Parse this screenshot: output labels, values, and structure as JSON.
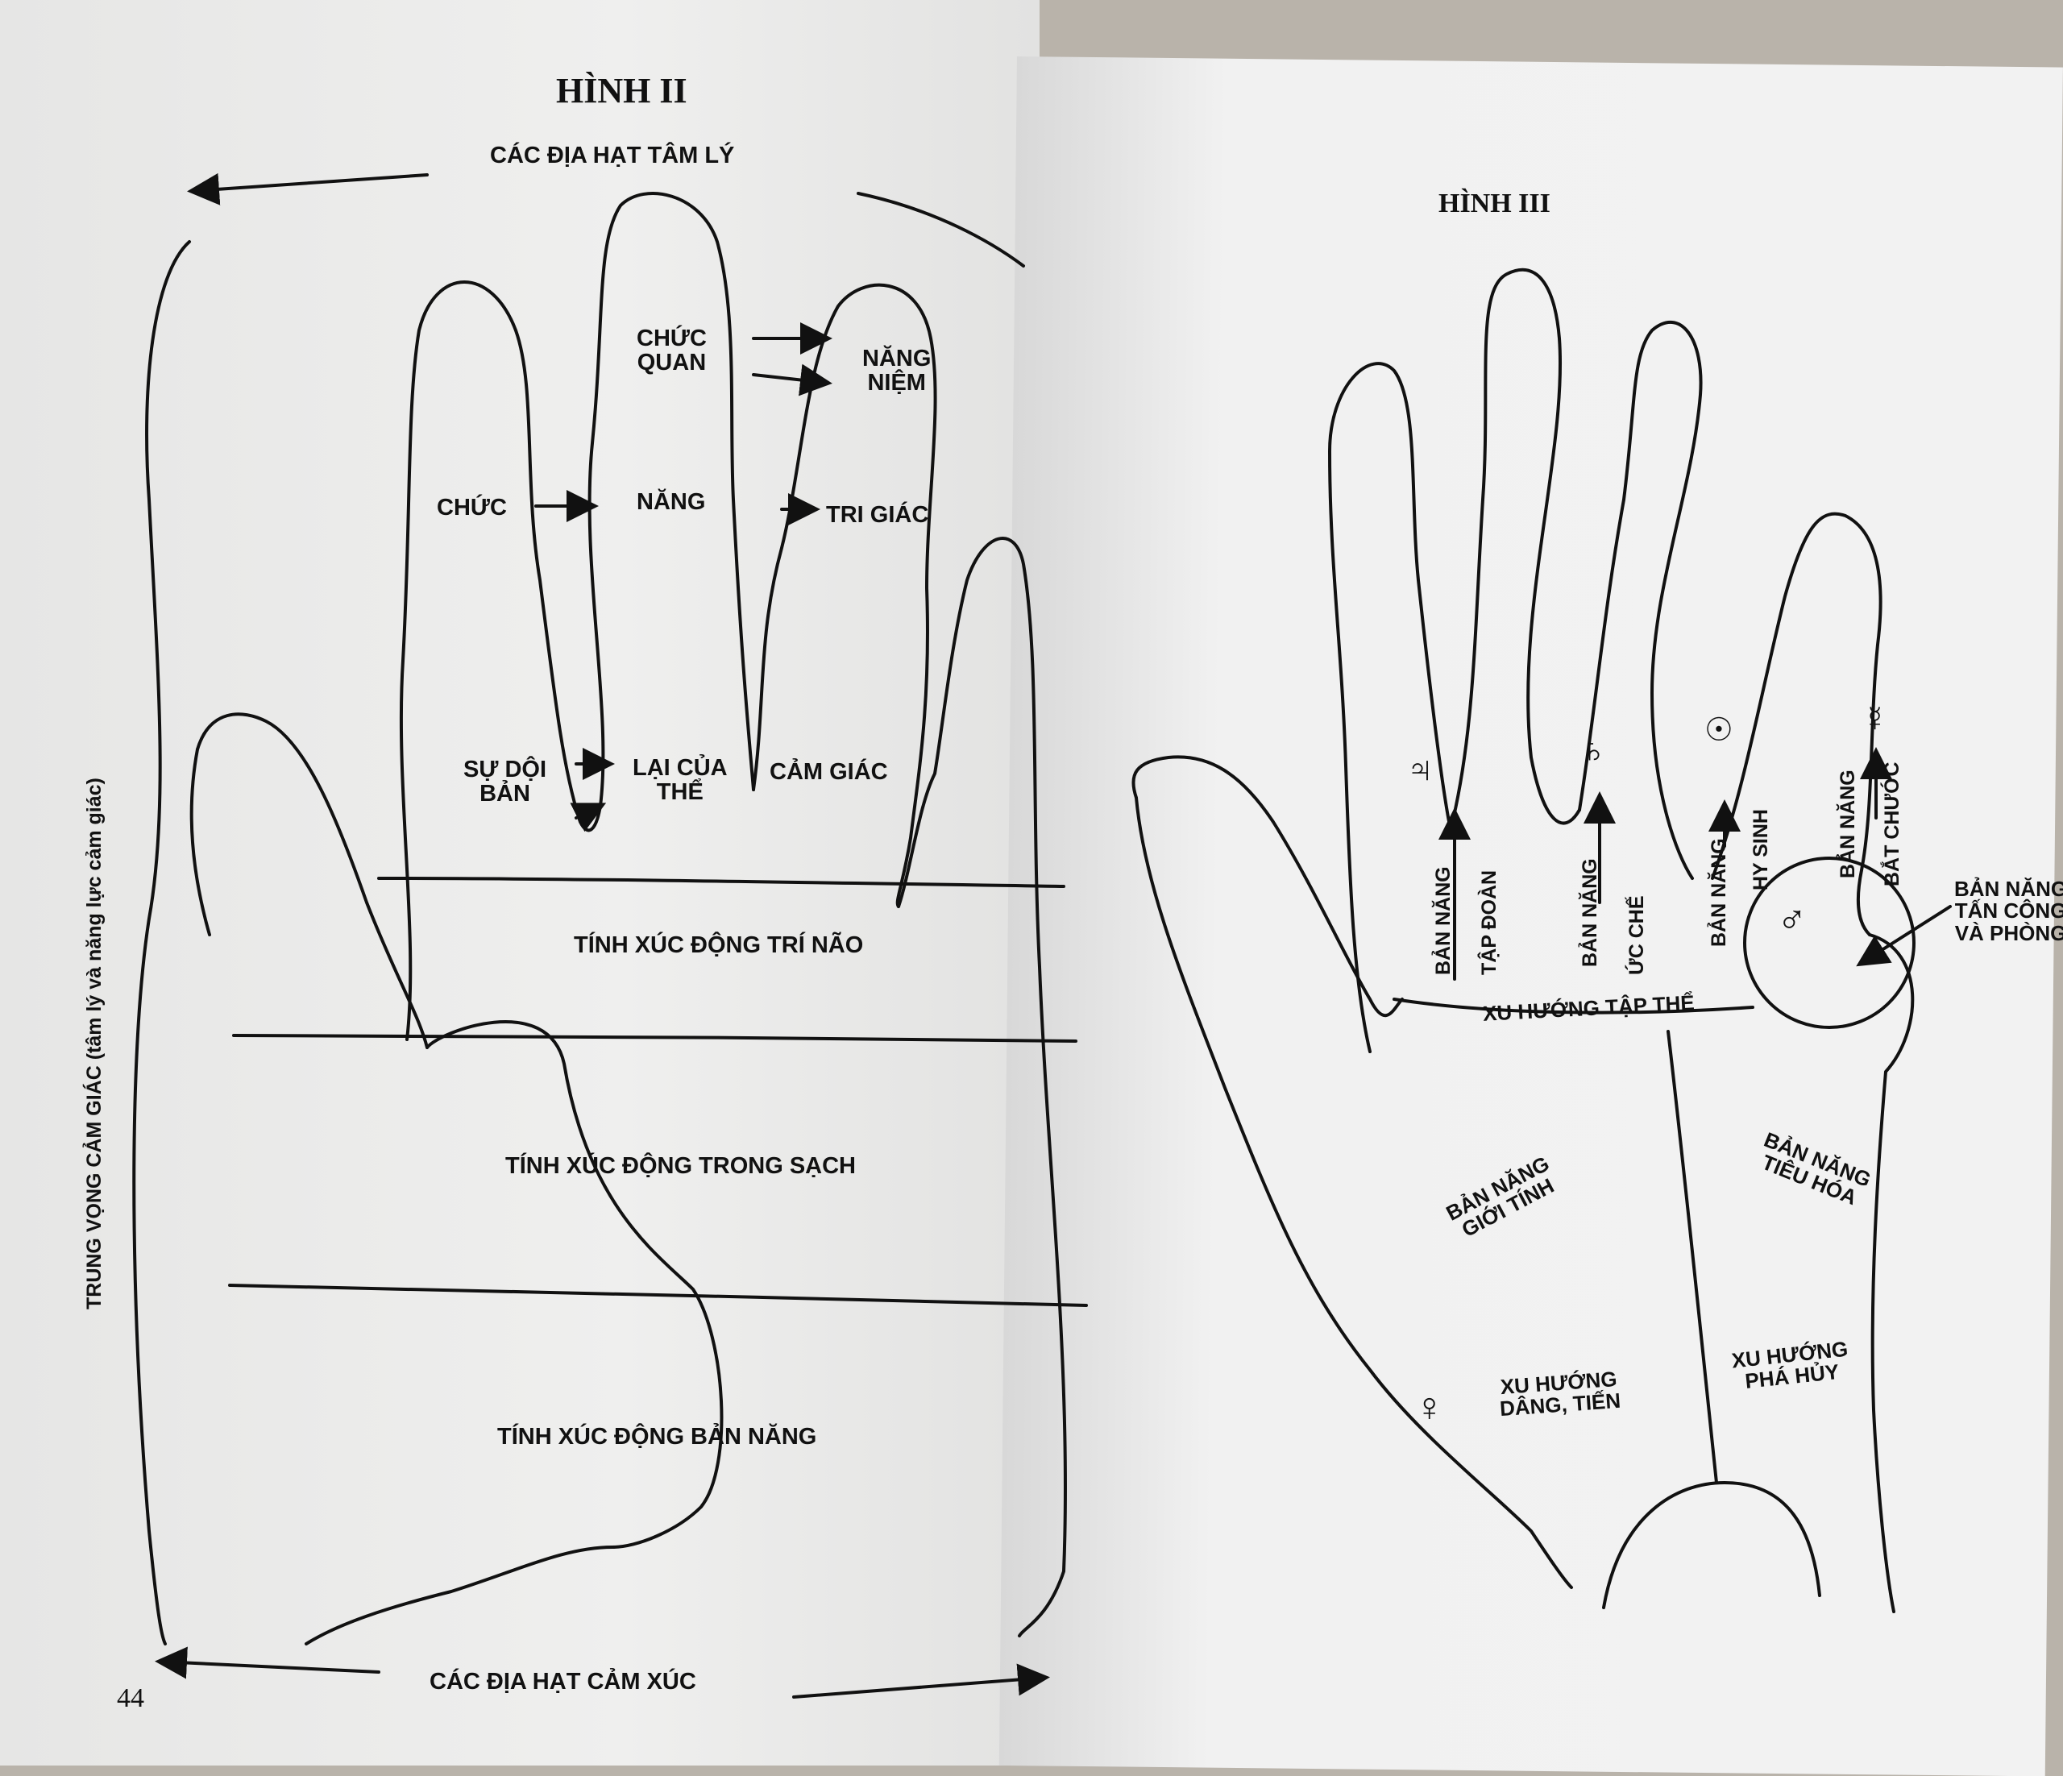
{
  "left": {
    "title": "HÌNH II",
    "top_label": "CÁC ĐỊA HẠT TÂM LÝ",
    "bottom_label": "CÁC ĐỊA HẠT CẢM XÚC",
    "side_label": "TRUNG VỌNG CẢM GIÁC (tâm lý và năng lực cảm giác)",
    "chuc_quan": "CHỨC\nQUAN",
    "nang_niem": "NĂNG\nNIỆM",
    "chuc": "CHỨC",
    "nang": "NĂNG",
    "tri_giac": "TRI GIÁC",
    "su_doi_ban": "SỰ DỘI\nBẢN",
    "lai_cua_the": "LẠI CỦA\nTHỂ",
    "cam_giac": "CẢM GIÁC",
    "band1": "TÍNH XÚC ĐỘNG TRÍ NÃO",
    "band2": "TÍNH XÚC ĐỘNG TRONG SẠCH",
    "band3": "TÍNH XÚC ĐỘNG BẢN NĂNG",
    "page_number": "44"
  },
  "right": {
    "title": "HÌNH III",
    "jupiter_symbol": "♃",
    "saturn_symbol": "♄",
    "sun_symbol": "☉",
    "mercury_symbol": "☿",
    "mars_symbol": "♂",
    "venus_symbol": "♀",
    "ban_nang_tap_doan_1": "BẢN NĂNG",
    "ban_nang_tap_doan_2": "TẬP ĐOÀN",
    "ban_nang_uc_che_1": "BẢN NĂNG",
    "ban_nang_uc_che_2": "ỨC CHẾ",
    "ban_nang_hy_sinh_1": "BẢN NĂNG",
    "ban_nang_hy_sinh_2": "HY SINH",
    "ban_nang_bat_chuoc_1": "BẢN NĂNG",
    "ban_nang_bat_chuoc_2": "BẮT CHƯỚC",
    "tan_cong": "BẢN NĂNG\nTẤN CÔNG\nVÀ PHÒNG",
    "xu_huong_tap_the": "XU HƯỚNG TẬP THỂ",
    "gioi_tinh": "BẢN NĂNG\nGIỚI TÍNH",
    "tieu_hoa": "BẢN NĂNG\nTIÊU HÓA",
    "pha_huy": "XU HƯỚNG\nPHÁ HỦY",
    "dang_tien": "XU HƯỚNG\nDÂNG, TIẾN"
  }
}
